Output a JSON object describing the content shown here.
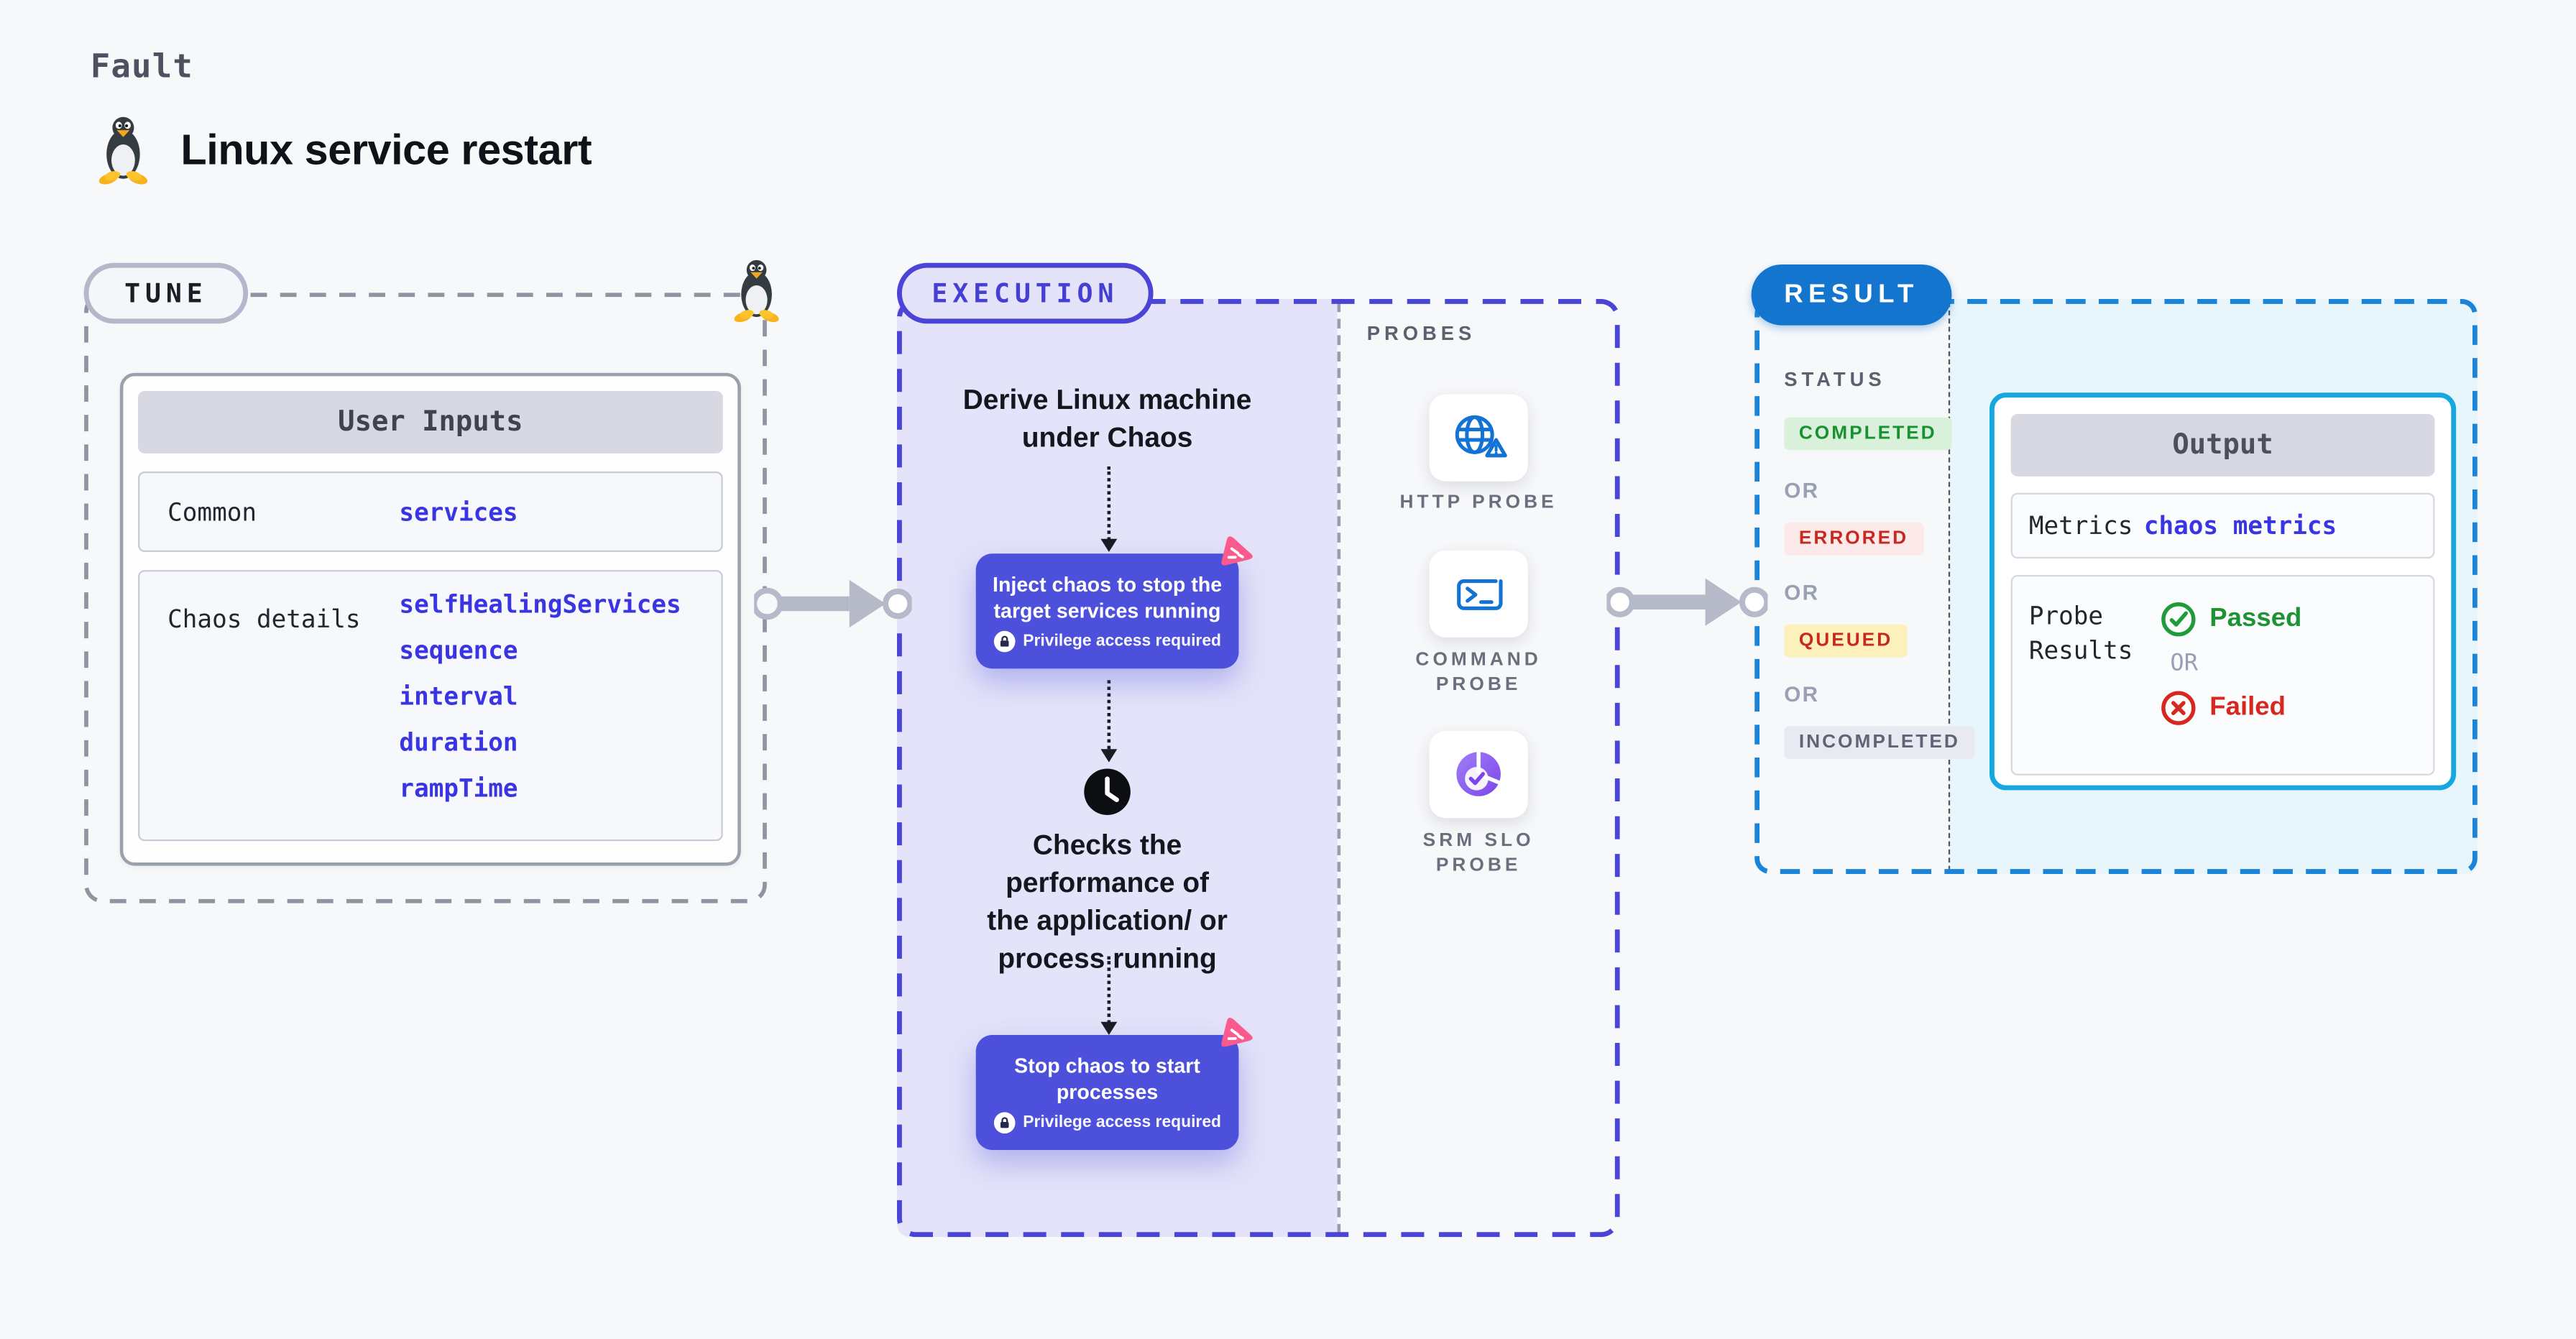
{
  "page": {
    "kicker": "Fault",
    "title": "Linux service restart"
  },
  "tune": {
    "pill": "TUNE",
    "table": {
      "header": "User Inputs",
      "rows": [
        {
          "label": "Common",
          "values": [
            "services"
          ]
        },
        {
          "label": "Chaos details",
          "values": [
            "selfHealingServices",
            "sequence",
            "interval",
            "duration",
            "rampTime"
          ]
        }
      ]
    }
  },
  "execution": {
    "pill": "EXECUTION",
    "step1_lines": [
      "Derive Linux machine",
      "under Chaos"
    ],
    "inject_lines": [
      "Inject chaos to stop the",
      "target services running"
    ],
    "privilege_note": "Privilege access required",
    "check_lines": [
      "Checks the",
      "performance of",
      "the application/ or",
      "process running"
    ],
    "stop_lines": [
      "Stop chaos to start",
      "processes"
    ]
  },
  "probes": {
    "label": "PROBES",
    "items": [
      {
        "icon": "globe-alert-icon",
        "line1": "HTTP PROBE"
      },
      {
        "icon": "terminal-icon",
        "line1": "COMMAND",
        "line2": "PROBE"
      },
      {
        "icon": "slo-pie-check-icon",
        "line1": "SRM SLO",
        "line2": "PROBE"
      }
    ]
  },
  "result": {
    "pill": "RESULT",
    "status_label": "STATUS",
    "or": "OR",
    "badges": [
      {
        "label": "COMPLETED"
      },
      {
        "label": "ERRORED"
      },
      {
        "label": "QUEUED"
      },
      {
        "label": "INCOMPLETED"
      }
    ],
    "output": {
      "header": "Output",
      "metrics_label": "Metrics",
      "metrics_value": "chaos metrics",
      "probe_results_line1": "Probe",
      "probe_results_line2": "Results",
      "passed_label": "Passed",
      "or": "OR",
      "failed_label": "Failed"
    }
  },
  "icons": {
    "fault": "tux-penguin-icon",
    "tune_corner": "tux-penguin-icon",
    "http_probe": "globe-alert-icon",
    "command_probe": "terminal-icon",
    "srm_slo_probe": "slo-pie-check-icon",
    "timer": "clock-icon",
    "privilege": "lock-icon",
    "chaos_step": "chaos-pink-icon",
    "passed": "check-circle-icon",
    "failed": "x-circle-icon"
  },
  "colors": {
    "page_bg": "#f7f8fa",
    "tune_dash": "#8f94a0",
    "execution_dash": "#4a45d7",
    "execution_fill": "#e4e3f9",
    "result_dash": "#1b84d8",
    "result_fill": "#e8f5fa",
    "result_pill_bg": "#1375cd",
    "purple_box": "#4c50da",
    "pink_icon": "#fb5a8c",
    "value_blue": "#3a35e3",
    "probe_icon_blue": "#1273d4",
    "completed_green": "#169330",
    "errored_red": "#c9281e",
    "queued_bg": "#fcf0bd",
    "incompleted_gray": "#5f6476",
    "passed_green": "#1d9334",
    "failed_red": "#d6281e",
    "output_border_cyan": "#16a7e0",
    "arrow_gray": "#b5b9c8"
  }
}
